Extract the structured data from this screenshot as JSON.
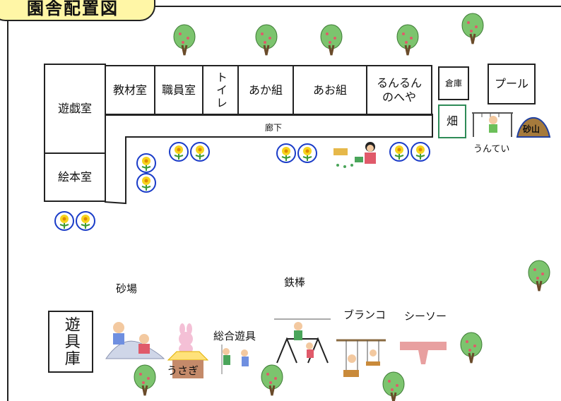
{
  "title": "園舎配置図",
  "rooms": {
    "yugishitsu": "遊戯室",
    "ehonshitsu": "絵本室",
    "kyozaishitsu": "教材室",
    "shokuinshitsu": "職員室",
    "toilet": "トイレ",
    "akagumi": "あか組",
    "aogumi": "あお組",
    "runrun": "るんるん\nのへや",
    "souko": "倉庫",
    "pool": "プール",
    "hatake": "畑",
    "rouka": "廊下",
    "sunayama": "砂山",
    "yuguko": "遊具庫"
  },
  "yard": {
    "untei": "うんてい",
    "sunaba": "砂場",
    "tetsubou": "鉄棒",
    "buranko": "ブランコ",
    "seesaw": "シーソー",
    "sougou_yugu": "総合遊具",
    "usagi": "うさぎ"
  },
  "colors": {
    "title_bg": "#fff6a6",
    "tree_green": "#7cc46e",
    "tree_trunk": "#6a4b2a",
    "flower_ring": "#1a3cc8",
    "hatake_border": "#2e8b57",
    "sunayama_fill": "#a57a3c",
    "usagi_hutch": "#c48a6a",
    "seesaw": "#e8a0a0"
  }
}
